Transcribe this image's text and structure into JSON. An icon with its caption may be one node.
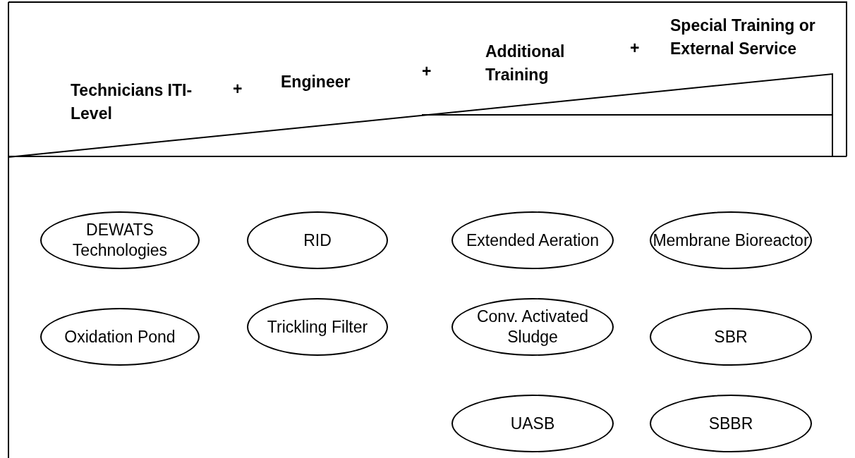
{
  "diagram": {
    "nodes": [
      {
        "text": [
          "DEWATS Technologies"
        ]
      },
      {
        "text": [
          "Oxidation Pond"
        ]
      },
      {
        "text": [
          "RID"
        ]
      },
      {
        "text": [
          "Trickling Filter"
        ]
      },
      {
        "text": [
          "Extended Aeration"
        ]
      },
      {
        "text": [
          "Conv. Activated Sludge"
        ]
      },
      {
        "text": [
          "UASB"
        ]
      },
      {
        "text": [
          "Membrane Bioreactor"
        ]
      },
      {
        "text": [
          "SBR"
        ]
      },
      {
        "text": [
          "SBBR"
        ]
      }
    ],
    "labels": [
      "Technicians ITI-Level",
      "+",
      "Engineer",
      "+",
      "Additional Training",
      "+",
      "Special Training or External Service"
    ]
  }
}
